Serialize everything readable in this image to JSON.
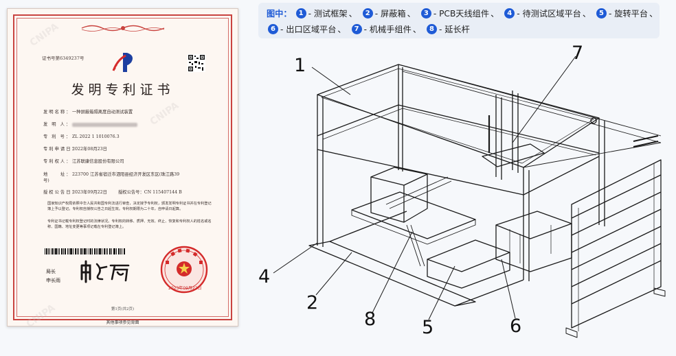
{
  "certificate": {
    "cert_no": "证书号第6349237号",
    "title": "发明专利证书",
    "rows": [
      {
        "key": "发明名称：",
        "value": "一种屏蔽箱隔离度自动测试装置"
      },
      {
        "key": "发 明 人：",
        "value": ""
      },
      {
        "key": "专 利 号：",
        "value": "ZL 2022 1 1010076.3"
      },
      {
        "key": "专利申请日：",
        "value": "2022年08月23日"
      },
      {
        "key": "专利权人：",
        "value": "江苏联康信息股份有限公司"
      },
      {
        "key": "地　　址：",
        "value": "223700 江苏省宿迁市泗阳县经济开发区东区(珠江路39号)"
      },
      {
        "key": "授权公告日：",
        "value": "2023年09月22日"
      }
    ],
    "pub_no_label": "授权公告号：",
    "pub_no": "CN 115407144 B",
    "para1": "国家知识产权局依照中华人民共和国专利法进行审查，决定授予专利权，颁发发明专利证书并在专利登记簿上予以登记。专利权自授权公告之日起生效。专利权期限为二十年，自申请日起算。",
    "para2": "专利证书记载专利权登记时的法律状况。专利权的转移、质押、无效、终止、恢复和专利权人的姓名或名称、国籍、地址变更等事项记载在专利登记簿上。",
    "signer_label1": "局长",
    "signer_label2": "申长雨",
    "signature": "申长雨",
    "seal_date": "2023年09月22日",
    "page_no": "第1页(共2页)",
    "footer": "其他事项参见背面",
    "watermark": "CNIPA"
  },
  "legend": {
    "head": "图中：",
    "items": [
      {
        "n": "1",
        "label": "- 测试框架"
      },
      {
        "n": "2",
        "label": "- 屏蔽箱"
      },
      {
        "n": "3",
        "label": "- PCB天线组件"
      },
      {
        "n": "4",
        "label": "- 待测试区域平台"
      },
      {
        "n": "5",
        "label": "- 旋转平台"
      },
      {
        "n": "6",
        "label": "- 出口区域平台"
      },
      {
        "n": "7",
        "label": "- 机械手组件"
      },
      {
        "n": "8",
        "label": "- 延长杆"
      }
    ],
    "sep": "、"
  },
  "drawing": {
    "labels": [
      "1",
      "7",
      "4",
      "2",
      "8",
      "5",
      "6"
    ]
  }
}
